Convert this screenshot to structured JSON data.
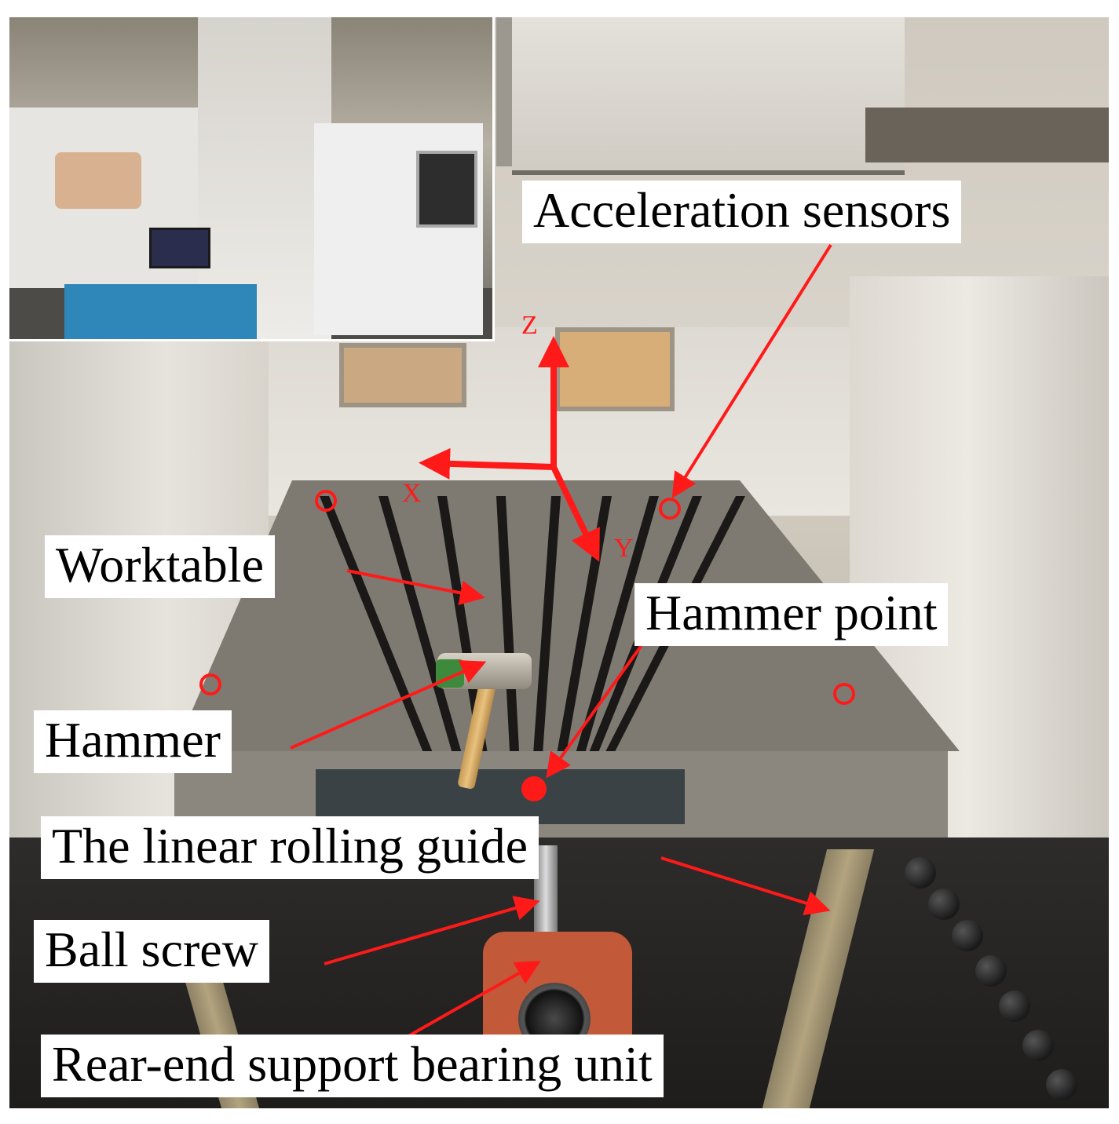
{
  "labels": {
    "acceleration_sensors": "Acceleration sensors",
    "worktable": "Worktable",
    "hammer_point": "Hammer point",
    "hammer": "Hammer",
    "linear_rolling_guide": "The linear rolling guide",
    "ball_screw": "Ball screw",
    "rear_end_support": "Rear-end support bearing unit"
  },
  "axes": {
    "x": "X",
    "y": "Y",
    "z": "Z"
  },
  "colors": {
    "annotation": "#ff1a1a",
    "label_background": "#ffffff",
    "label_text": "#000000"
  }
}
